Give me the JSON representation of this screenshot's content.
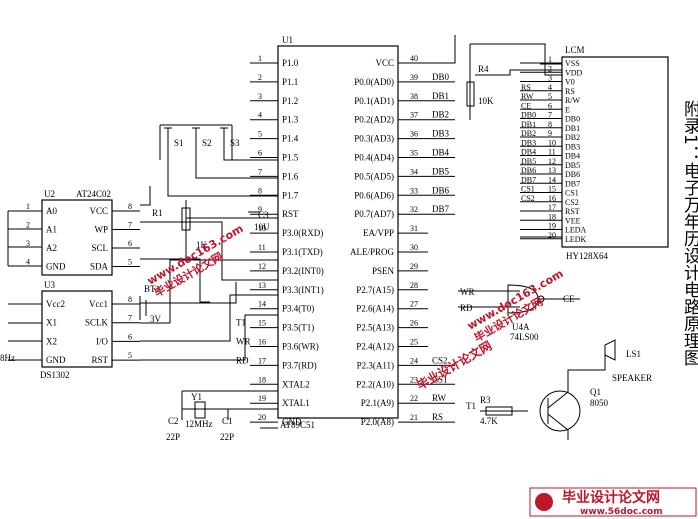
{
  "title": "附录1：电子万年历设计电路原理图",
  "u1": {
    "ref": "U1",
    "part": "AT89C51",
    "left_pins": [
      {
        "num": "1",
        "name": "P1.0"
      },
      {
        "num": "2",
        "name": "P1.1"
      },
      {
        "num": "3",
        "name": "P1.2"
      },
      {
        "num": "4",
        "name": "P1.3"
      },
      {
        "num": "5",
        "name": "P1.4"
      },
      {
        "num": "6",
        "name": "P1.5"
      },
      {
        "num": "7",
        "name": "P1.6"
      },
      {
        "num": "8",
        "name": "P1.7"
      },
      {
        "num": "9",
        "name": "RST"
      },
      {
        "num": "10",
        "name": "P3.0(RXD)"
      },
      {
        "num": "11",
        "name": "P3.1(TXD)"
      },
      {
        "num": "12",
        "name": "P3.2(INT0)"
      },
      {
        "num": "13",
        "name": "P3.3(INT1)"
      },
      {
        "num": "14",
        "name": "P3.4(T0)"
      },
      {
        "num": "15",
        "name": "P3.5(T1)"
      },
      {
        "num": "16",
        "name": "P3.6(WR)"
      },
      {
        "num": "17",
        "name": "P3.7(RD)"
      },
      {
        "num": "18",
        "name": "XTAL2"
      },
      {
        "num": "19",
        "name": "XTAL1"
      },
      {
        "num": "20",
        "name": "GND"
      }
    ],
    "right_pins": [
      {
        "num": "40",
        "name": "VCC"
      },
      {
        "num": "39",
        "name": "P0.0(AD0)"
      },
      {
        "num": "38",
        "name": "P0.1(AD1)"
      },
      {
        "num": "37",
        "name": "P0.2(AD2)"
      },
      {
        "num": "36",
        "name": "P0.3(AD3)"
      },
      {
        "num": "35",
        "name": "P0.4(AD4)"
      },
      {
        "num": "34",
        "name": "P0.5(AD5)"
      },
      {
        "num": "33",
        "name": "P0.6(AD6)"
      },
      {
        "num": "32",
        "name": "P0.7(AD7)"
      },
      {
        "num": "31",
        "name": "EA/VPP"
      },
      {
        "num": "30",
        "name": "ALE/PROG"
      },
      {
        "num": "29",
        "name": "PSEN"
      },
      {
        "num": "28",
        "name": "P2.7(A15)"
      },
      {
        "num": "27",
        "name": "P2.6(A14)"
      },
      {
        "num": "26",
        "name": "P2.5(A13)"
      },
      {
        "num": "25",
        "name": "P2.4(A12)"
      },
      {
        "num": "24",
        "name": "P2.3(A11)"
      },
      {
        "num": "23",
        "name": "P2.2(A10)"
      },
      {
        "num": "22",
        "name": "P2.1(A9)"
      },
      {
        "num": "21",
        "name": "P2.0(A8)"
      }
    ],
    "right_nets": [
      "",
      "DB0",
      "DB1",
      "DB2",
      "DB3",
      "DB4",
      "DB5",
      "DB6",
      "DB7",
      "",
      "",
      "",
      "",
      "",
      "",
      "",
      "CS2",
      "CS1",
      "RW",
      "RS"
    ],
    "left_nets": [
      "",
      "",
      "",
      "",
      "",
      "",
      "",
      "",
      "",
      "",
      "",
      "",
      "",
      "",
      "T1",
      "WR",
      "RD",
      "",
      "",
      ""
    ]
  },
  "lcm": {
    "ref": "LCM",
    "part": "HY128X64",
    "pins": [
      {
        "num": "1",
        "name": "VSS",
        "net": ""
      },
      {
        "num": "2",
        "name": "VDD",
        "net": ""
      },
      {
        "num": "3",
        "name": "V0",
        "net": ""
      },
      {
        "num": "4",
        "name": "RS",
        "net": "RS"
      },
      {
        "num": "5",
        "name": "R/W",
        "net": "RW"
      },
      {
        "num": "6",
        "name": "E",
        "net": "CE"
      },
      {
        "num": "7",
        "name": "DB0",
        "net": "DB0"
      },
      {
        "num": "8",
        "name": "DB1",
        "net": "DB1"
      },
      {
        "num": "9",
        "name": "DB2",
        "net": "DB2"
      },
      {
        "num": "10",
        "name": "DB3",
        "net": "DB3"
      },
      {
        "num": "11",
        "name": "DB4",
        "net": "DB4"
      },
      {
        "num": "12",
        "name": "DB5",
        "net": "DB5"
      },
      {
        "num": "13",
        "name": "DB6",
        "net": "DB6"
      },
      {
        "num": "14",
        "name": "DB7",
        "net": "DB7"
      },
      {
        "num": "15",
        "name": "CS1",
        "net": "CS1"
      },
      {
        "num": "16",
        "name": "CS2",
        "net": "CS2"
      },
      {
        "num": "17",
        "name": "RST",
        "net": ""
      },
      {
        "num": "18",
        "name": "VEE",
        "net": ""
      },
      {
        "num": "19",
        "name": "LEDA",
        "net": ""
      },
      {
        "num": "20",
        "name": "LEDK",
        "net": ""
      }
    ]
  },
  "u2": {
    "ref": "U2",
    "part": "AT24C02",
    "left_pins": [
      {
        "num": "1",
        "name": "A0"
      },
      {
        "num": "2",
        "name": "A1"
      },
      {
        "num": "3",
        "name": "A2"
      },
      {
        "num": "4",
        "name": "GND"
      }
    ],
    "right_pins": [
      {
        "num": "8",
        "name": "VCC"
      },
      {
        "num": "7",
        "name": "WP"
      },
      {
        "num": "6",
        "name": "SCL"
      },
      {
        "num": "5",
        "name": "SDA"
      }
    ]
  },
  "u3": {
    "ref": "U3",
    "part": "DS1302",
    "left_pins": [
      {
        "num": "",
        "name": "Vcc2"
      },
      {
        "num": "",
        "name": "X1"
      },
      {
        "num": "",
        "name": "X2"
      },
      {
        "num": "",
        "name": "GND"
      }
    ],
    "right_pins": [
      {
        "num": "8",
        "name": "Vcc1"
      },
      {
        "num": "7",
        "name": "SCLK"
      },
      {
        "num": "6",
        "name": "I/O"
      },
      {
        "num": "5",
        "name": "RST"
      }
    ],
    "crystal_frag": "8Hz"
  },
  "u4": {
    "ref": "U4A",
    "part": "74LS00",
    "in1": "WR",
    "in2": "RD",
    "out": "CE"
  },
  "parts": {
    "r4": "R4",
    "r4_val": "10K",
    "r1": "R1",
    "r1_val": "1K",
    "c3": "C3",
    "c3_val": "10U",
    "bt1": "BT1",
    "bt1_val": "3V",
    "y1": "Y1",
    "y1_val": "12MHz",
    "c1": "C1",
    "c1_val": "22P",
    "c2": "C2",
    "c2_val": "22P",
    "r3": "R3",
    "r3_val": "4.7K",
    "r3_net": "T1",
    "q1": "Q1",
    "q1_val": "8050",
    "ls1": "LS1",
    "ls1_val": "SPEAKER",
    "s1": "S1",
    "s2": "S2",
    "s3": "S3"
  },
  "watermark": {
    "site": "www.doc163.com",
    "cn": "毕业设计论文网",
    "bottom_cn": "毕业设计论文网",
    "bottom_url": "www.56doc.com"
  }
}
